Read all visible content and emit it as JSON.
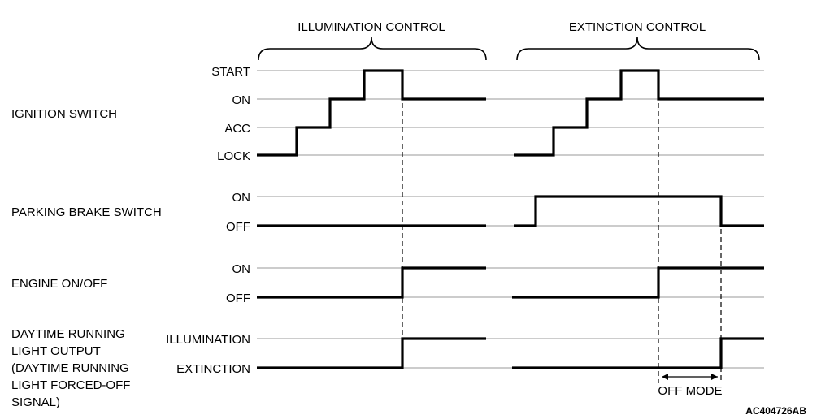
{
  "sections": {
    "illumination": "ILLUMINATION CONTROL",
    "extinction": "EXTINCTION CONTROL"
  },
  "signals": {
    "ignition": {
      "name": "IGNITION SWITCH",
      "levels": [
        "START",
        "ON",
        "ACC",
        "LOCK"
      ]
    },
    "parking_brake": {
      "name": "PARKING BRAKE SWITCH",
      "levels": [
        "ON",
        "OFF"
      ]
    },
    "engine": {
      "name": "ENGINE ON/OFF",
      "levels": [
        "ON",
        "OFF"
      ]
    },
    "drl": {
      "name_lines": [
        "DAYTIME RUNNING",
        "LIGHT OUTPUT",
        "(DAYTIME RUNNING",
        "LIGHT FORCED-OFF",
        "SIGNAL)"
      ],
      "levels": [
        "ILLUMINATION",
        "EXTINCTION"
      ]
    }
  },
  "off_mode_label": "OFF MODE",
  "figure_id": "AC404726AB"
}
